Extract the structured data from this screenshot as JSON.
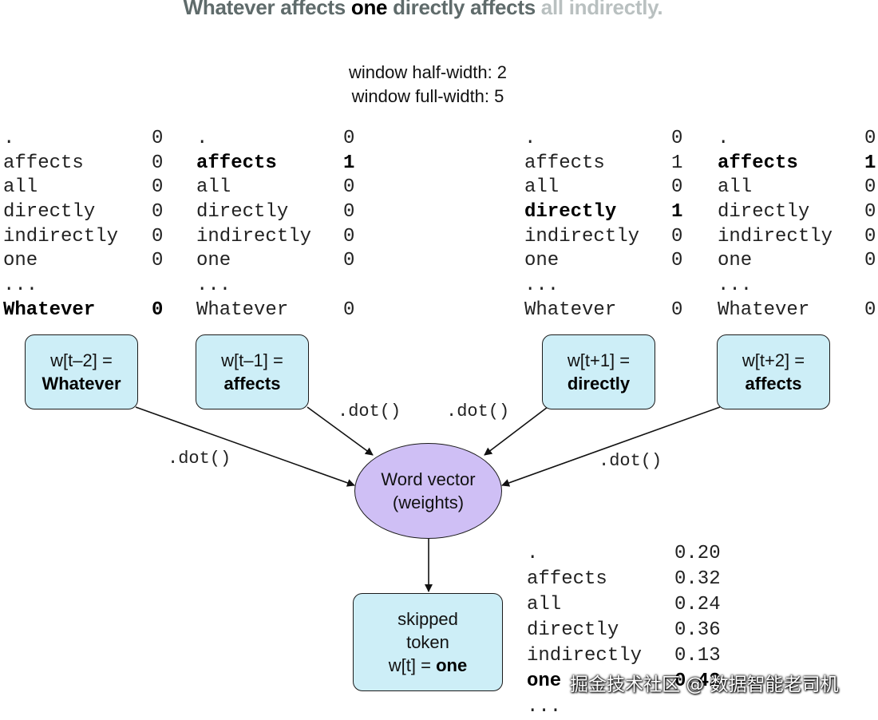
{
  "title": {
    "part1": "Whatever affects ",
    "part2": "one",
    "part3": " directly affects ",
    "part4": "all indirectly."
  },
  "window": {
    "half_width": "window half-width: 2",
    "full_width": "window full-width: 5"
  },
  "vectors": [
    {
      "rows": [
        {
          "word": ".",
          "val": "0",
          "bold": false
        },
        {
          "word": "affects",
          "val": "0",
          "bold": false
        },
        {
          "word": "all",
          "val": "0",
          "bold": false
        },
        {
          "word": "directly",
          "val": "0",
          "bold": false
        },
        {
          "word": "indirectly",
          "val": "0",
          "bold": false
        },
        {
          "word": "one",
          "val": "0",
          "bold": false
        },
        {
          "word": "...",
          "val": "",
          "bold": false
        },
        {
          "word": "Whatever",
          "val": "0",
          "bold": true
        }
      ]
    },
    {
      "rows": [
        {
          "word": ".",
          "val": "0",
          "bold": false
        },
        {
          "word": "affects",
          "val": "1",
          "bold": true
        },
        {
          "word": "all",
          "val": "0",
          "bold": false
        },
        {
          "word": "directly",
          "val": "0",
          "bold": false
        },
        {
          "word": "indirectly",
          "val": "0",
          "bold": false
        },
        {
          "word": "one",
          "val": "0",
          "bold": false
        },
        {
          "word": "...",
          "val": "",
          "bold": false
        },
        {
          "word": "Whatever",
          "val": "0",
          "bold": false
        }
      ]
    },
    {
      "rows": [
        {
          "word": ".",
          "val": "0",
          "bold": false
        },
        {
          "word": "affects",
          "val": "1",
          "bold": false
        },
        {
          "word": "all",
          "val": "0",
          "bold": false
        },
        {
          "word": "directly",
          "val": "1",
          "bold": true
        },
        {
          "word": "indirectly",
          "val": "0",
          "bold": false
        },
        {
          "word": "one",
          "val": "0",
          "bold": false
        },
        {
          "word": "...",
          "val": "",
          "bold": false
        },
        {
          "word": "Whatever",
          "val": "0",
          "bold": false
        }
      ]
    },
    {
      "rows": [
        {
          "word": ".",
          "val": "0",
          "bold": false
        },
        {
          "word": "affects",
          "val": "1",
          "bold": true
        },
        {
          "word": "all",
          "val": "0",
          "bold": false
        },
        {
          "word": "directly",
          "val": "0",
          "bold": false
        },
        {
          "word": "indirectly",
          "val": "0",
          "bold": false
        },
        {
          "word": "one",
          "val": "0",
          "bold": false
        },
        {
          "word": "...",
          "val": "",
          "bold": false
        },
        {
          "word": "Whatever",
          "val": "0",
          "bold": false
        }
      ]
    }
  ],
  "output_vector": {
    "rows": [
      {
        "word": ".",
        "val": "0.20",
        "bold": false
      },
      {
        "word": "affects",
        "val": "0.32",
        "bold": false
      },
      {
        "word": "all",
        "val": "0.24",
        "bold": false
      },
      {
        "word": "directly",
        "val": "0.36",
        "bold": false
      },
      {
        "word": "indirectly",
        "val": "0.13",
        "bold": false
      },
      {
        "word": "one",
        "val": "0.42",
        "bold": true
      },
      {
        "word": "...",
        "val": "",
        "bold": false
      }
    ]
  },
  "context_boxes": [
    {
      "label": "w[t–2] =",
      "word": "Whatever"
    },
    {
      "label": "w[t–1] =",
      "word": "affects"
    },
    {
      "label": "w[t+1] =",
      "word": "directly"
    },
    {
      "label": "w[t+2] =",
      "word": "affects"
    }
  ],
  "word_vector": {
    "line1": "Word vector",
    "line2": "(weights)"
  },
  "skipped": {
    "line1": "skipped",
    "line2": "token",
    "line3_prefix": "w[t] = ",
    "line3_word": "one"
  },
  "dot_label": ".dot()",
  "watermark": "掘金技术社区 @ 数据智能老司机"
}
